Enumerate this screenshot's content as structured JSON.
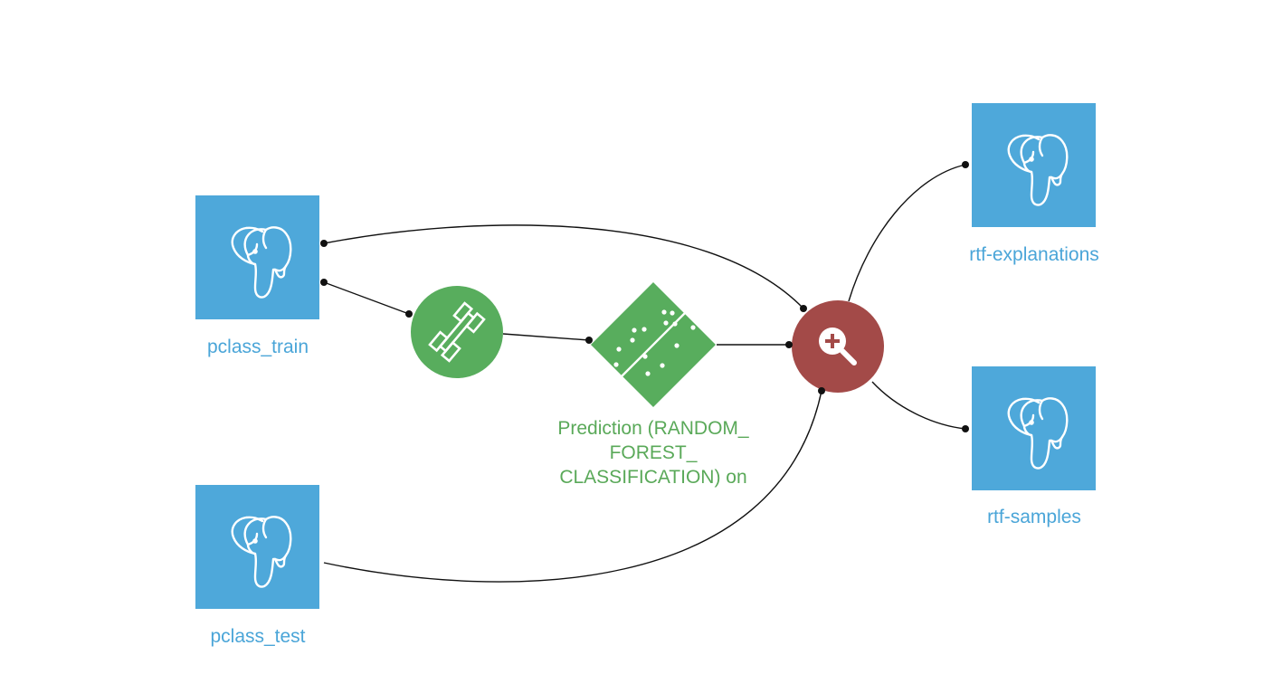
{
  "colors": {
    "dataset": "#4ea8da",
    "dataset_label": "#4aa5d8",
    "recipe": "#58ad5d",
    "recipe_label": "#5aa959",
    "explain": "#a34a48",
    "edge": "#111111"
  },
  "nodes": {
    "pclass_train": {
      "label": "pclass_train",
      "icon": "postgresql-elephant-icon"
    },
    "pclass_test": {
      "label": "pclass_test",
      "icon": "postgresql-elephant-icon"
    },
    "train_recipe": {
      "icon": "dumbbell-icon"
    },
    "prediction_model": {
      "label_lines": [
        "Prediction (RANDOM_",
        "FOREST_",
        "CLASSIFICATION) on"
      ],
      "icon": "scatter-separator-icon"
    },
    "explain_recipe": {
      "icon": "zoom-in-icon"
    },
    "rtf_explanations": {
      "label": "rtf-explanations",
      "icon": "postgresql-elephant-icon"
    },
    "rtf_samples": {
      "label": "rtf-samples",
      "icon": "postgresql-elephant-icon"
    }
  }
}
